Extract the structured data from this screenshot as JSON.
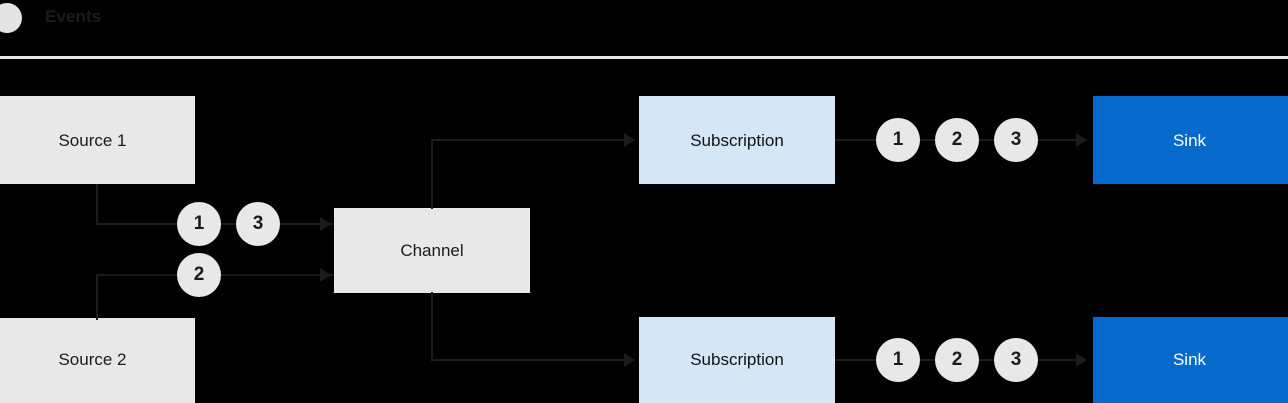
{
  "header": {
    "dot_icon": "status-dot-icon",
    "title": "Events"
  },
  "diagram": {
    "nodes": {
      "source1": {
        "label": "Source 1"
      },
      "source2": {
        "label": "Source 2"
      },
      "channel": {
        "label": "Channel"
      },
      "subscription_top": {
        "label": "Subscription"
      },
      "subscription_bottom": {
        "label": "Subscription"
      },
      "sink_top": {
        "label": "Sink"
      },
      "sink_bottom": {
        "label": "Sink"
      }
    },
    "tokens": {
      "source1_to_channel": [
        "1",
        "3"
      ],
      "source2_to_channel": [
        "2"
      ],
      "subscription_top_to_sink": [
        "1",
        "2",
        "3"
      ],
      "subscription_bottom_to_sink": [
        "1",
        "2",
        "3"
      ]
    }
  },
  "colors": {
    "background": "#000000",
    "node_grey": "#e8e8e8",
    "node_blue": "#d5e6f6",
    "node_sink": "#0669cc",
    "line": "#1c1c1c",
    "rule": "#e6e6e6",
    "text_dark": "#1b1b1b",
    "text_light": "#ffffff"
  }
}
